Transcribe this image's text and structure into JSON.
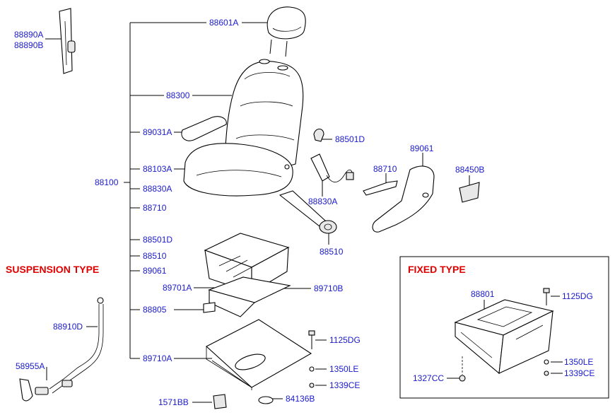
{
  "sections": {
    "suspension_title": "SUSPENSION TYPE",
    "fixed_title": "FIXED TYPE"
  },
  "labels": {
    "p88890A": "88890A",
    "p88890B": "88890B",
    "p88601A": "88601A",
    "p88300": "88300",
    "p89031A": "89031A",
    "p88103A": "88103A",
    "p88830A_left": "88830A",
    "p88100": "88100",
    "p88710_left": "88710",
    "p88501D_left": "88501D",
    "p88510_left": "88510",
    "p89061_left": "89061",
    "p89701A": "89701A",
    "p89710B": "89710B",
    "p88805": "88805",
    "p89710A": "89710A",
    "p88910D": "88910D",
    "p58955A": "58955A",
    "p1571BB": "1571BB",
    "p84136B": "84136B",
    "p1125DG_susp": "1125DG",
    "p1350LE_susp": "1350LE",
    "p1339CE_susp": "1339CE",
    "p88501D_right": "88501D",
    "p88830A_right": "88830A",
    "p88510_right": "88510",
    "p88710_right": "88710",
    "p89061_right": "89061",
    "p88450B": "88450B",
    "p88801": "88801",
    "p1125DG_fixed": "1125DG",
    "p1327CC": "1327CC",
    "p1350LE_fixed": "1350LE",
    "p1339CE_fixed": "1339CE"
  }
}
